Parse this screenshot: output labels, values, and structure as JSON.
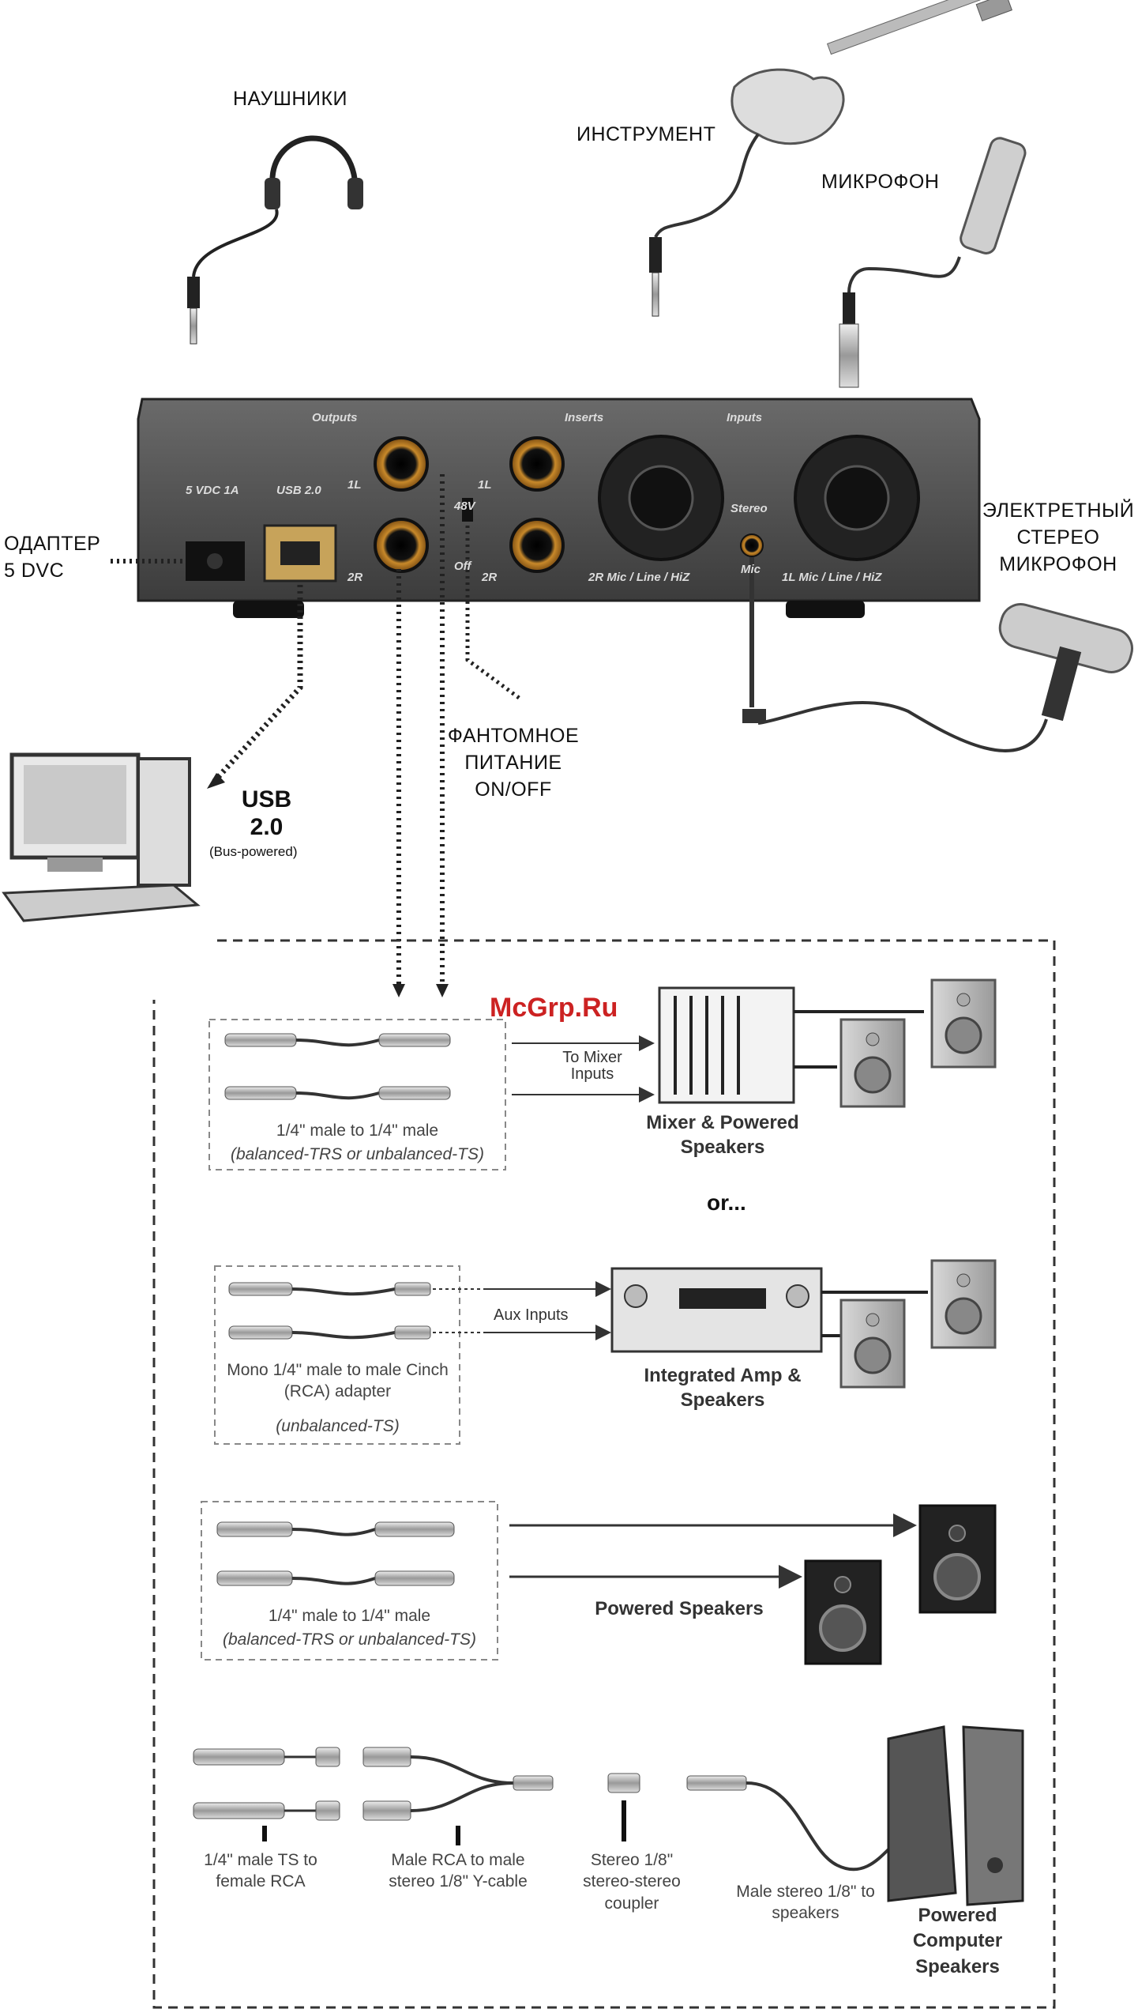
{
  "labels": {
    "headphones": "НАУШНИКИ",
    "instrument": "ИНСТРУМЕНТ",
    "microphone": "МИКРОФОН",
    "electret_mic": "ЭЛЕКТРЕТНЫЙ СТЕРЕО МИКРОФОН",
    "adapter": "ОДАПТЕР 5 DVC",
    "phantom": "ФАНТОМНОЕ ПИТАНИЕ ON/OFF",
    "usb_title": "USB 2.0",
    "usb_sub": "(Bus-powered)"
  },
  "device": {
    "outputs": "Outputs",
    "inserts": "Inserts",
    "inputs": "Inputs",
    "stereo": "Stereo",
    "mic": "Mic",
    "power": "5 VDC 1A",
    "usb": "USB 2.0",
    "out_1l": "1L",
    "out_2r": "2R",
    "ins_1l": "1L",
    "ins_2r": "2R",
    "v48": "48V",
    "off": "Off",
    "xlr_2r": "2R Mic / Line / HiZ",
    "xlr_1l": "1L Mic / Line / HiZ"
  },
  "watermark": "McGrp.Ru",
  "box1": {
    "cable_caption": "1/4\" male to 1/4\" male",
    "cable_sub": "(balanced-TRS or unbalanced-TS)",
    "arrow_label": "To Mixer Inputs",
    "dest": "Mixer & Powered Speakers"
  },
  "or_text": "or...",
  "box2": {
    "cable_caption": "Mono 1/4\" male to male Cinch (RCA) adapter",
    "cable_sub": "(unbalanced-TS)",
    "arrow_label": "Aux Inputs",
    "dest": "Integrated Amp & Speakers"
  },
  "box3": {
    "cable_caption": "1/4\" male to 1/4\" male",
    "cable_sub": "(balanced-TRS or unbalanced-TS)",
    "dest": "Powered Speakers"
  },
  "box4": {
    "c1": "1/4\" male TS to female RCA",
    "c2": "Male RCA to male stereo 1/8\" Y-cable",
    "c3": "Stereo 1/8\" stereo-stereo coupler",
    "c4": "Male stereo 1/8\" to speakers",
    "dest": "Powered Computer Speakers"
  }
}
